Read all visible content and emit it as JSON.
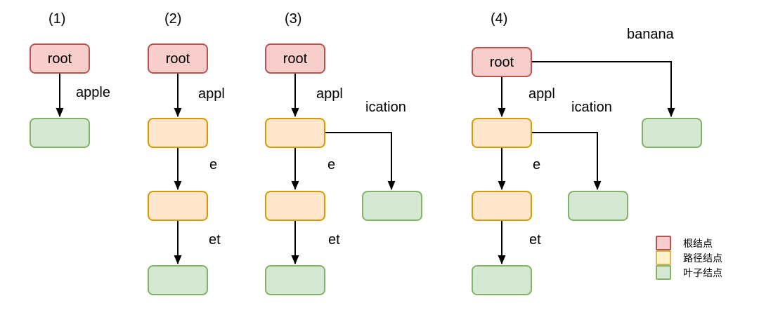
{
  "trees": [
    {
      "label": "(1)",
      "root_label": "root",
      "edges": [
        "apple"
      ]
    },
    {
      "label": "(2)",
      "root_label": "root",
      "edges": [
        "appl",
        "e",
        "et"
      ]
    },
    {
      "label": "(3)",
      "root_label": "root",
      "edges": [
        "appl",
        "ication",
        "e",
        "et"
      ]
    },
    {
      "label": "(4)",
      "root_label": "root",
      "edges": [
        "banana",
        "appl",
        "ication",
        "e",
        "et"
      ]
    }
  ],
  "legend": {
    "items": [
      {
        "label": "根结点",
        "fill": "#f8cecc",
        "stroke": "#b85450"
      },
      {
        "label": "路径结点",
        "fill": "#fff2cc",
        "stroke": "#d6b656"
      },
      {
        "label": "叶子结点",
        "fill": "#d5e8d4",
        "stroke": "#82b366"
      }
    ]
  },
  "node_colors": {
    "root": {
      "fill": "#f8cecc",
      "stroke": "#b85450"
    },
    "path": {
      "fill": "#ffe6cc",
      "stroke": "#d79b00"
    },
    "leaf": {
      "fill": "#d5e8d4",
      "stroke": "#82b366"
    }
  },
  "edge_color": "#000000"
}
